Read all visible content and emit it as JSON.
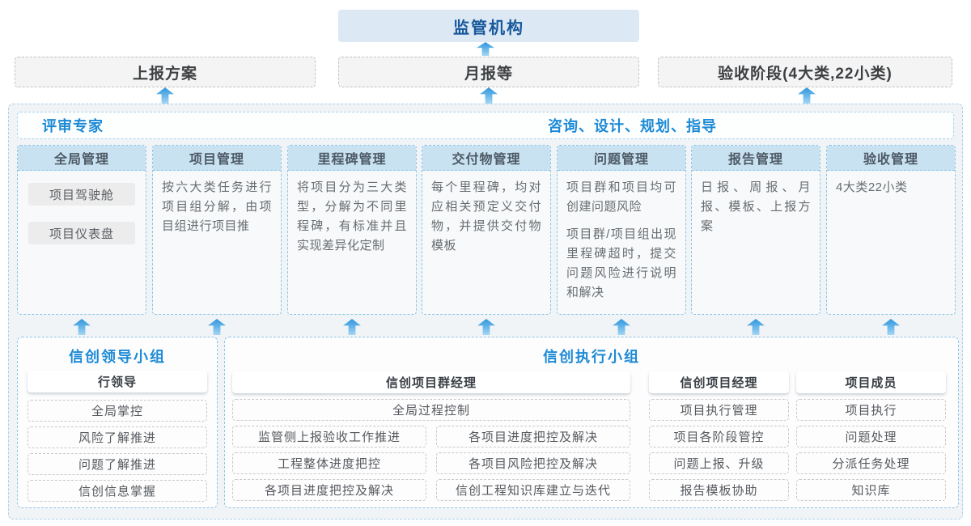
{
  "colors": {
    "accent_blue": "#1c8ad6",
    "header_fill": "#c9e2f1",
    "regulator_fill": "#dce8f4",
    "arrow_blue": "#2f96dd"
  },
  "top": {
    "regulator": "监管机构",
    "report_plan": "上报方案",
    "monthly_report": "月报等",
    "acceptance_stage": "验收阶段(4大类,22小类)"
  },
  "platform": {
    "left_label": "评审专家",
    "right_label": "咨询、设计、规划、指导",
    "columns": [
      {
        "title": "全局管理",
        "pills": [
          "项目驾驶舱",
          "项目仪表盘"
        ]
      },
      {
        "title": "项目管理",
        "p1": "按六大类任务进行项目组分解，由项目组进行项目推"
      },
      {
        "title": "里程碑管理",
        "p1": "将项目分为三大类型，分解为不同里程碑，有标准并且实现差异化定制"
      },
      {
        "title": "交付物管理",
        "p1": "每个里程碑，均对应相关预定义交付物，并提供交付物模板"
      },
      {
        "title": "问题管理",
        "p1": "项目群和项目均可创建问题风险",
        "p2": "项目群/项目组出现里程碑超时，提交问题风险进行说明和解决"
      },
      {
        "title": "报告管理",
        "p1": "日报、周报、月报、模板、上报方案"
      },
      {
        "title": "验收管理",
        "p1": "4大类22小类"
      }
    ]
  },
  "leader_group": {
    "title": "信创领导小组",
    "role": "行领导",
    "items": [
      "全局掌控",
      "风险了解推进",
      "问题了解推进",
      "信创信息掌握"
    ]
  },
  "exec_group": {
    "title": "信创执行小组",
    "pg_manager": {
      "role": "信创项目群经理",
      "full_item": "全局过程控制",
      "left_items": [
        "监管侧上报验收工作推进",
        "工程整体进度把控",
        "各项目进度把控及解决"
      ],
      "right_items": [
        "各项目进度把控及解决",
        "各项目风险把控及解决",
        "信创工程知识库建立与迭代"
      ]
    },
    "pj_manager": {
      "role": "信创项目经理",
      "items": [
        "项目执行管理",
        "项目各阶段管控",
        "问题上报、升级",
        "报告模板协助"
      ]
    },
    "member": {
      "role": "项目成员",
      "items": [
        "项目执行",
        "问题处理",
        "分派任务处理",
        "知识库"
      ]
    }
  }
}
